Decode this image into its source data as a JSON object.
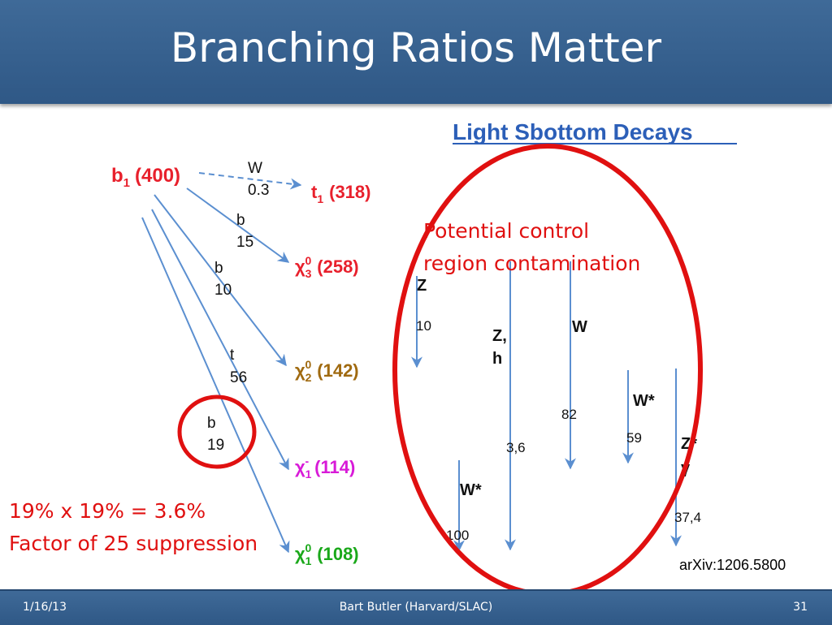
{
  "slide": {
    "title": "Branching Ratios Matter",
    "footer_date": "1/16/13",
    "footer_author": "Bart Butler (Harvard/SLAC)",
    "footer_page": "31"
  },
  "diagram": {
    "heading": "Light  Sbottom  Decays",
    "parent": {
      "base": "b",
      "sub": "1",
      "mass": "(400)"
    },
    "states": [
      {
        "id": "t1",
        "base": "t",
        "sub": "1",
        "sup": "",
        "mass": "(318)",
        "color": "#e8202c"
      },
      {
        "id": "chi30",
        "base": "χ",
        "sub": "3",
        "sup": "0",
        "mass": "(258)",
        "color": "#e8202c"
      },
      {
        "id": "chi20",
        "base": "χ",
        "sub": "2",
        "sup": "0",
        "mass": "(142)",
        "color": "#a06a10"
      },
      {
        "id": "chi1m",
        "base": "χ",
        "sub": "1",
        "sup": "-",
        "mass": "(114)",
        "color": "#d81ad8"
      },
      {
        "id": "chi10",
        "base": "χ",
        "sub": "1",
        "sup": "0",
        "mass": "(108)",
        "color": "#1aa81a"
      }
    ],
    "sbottom_decays": [
      {
        "particle": "W",
        "br": "0.3",
        "to": "t1"
      },
      {
        "particle": "b",
        "br": "15",
        "to": "chi30"
      },
      {
        "particle": "b",
        "br": "10",
        "to": "chi20"
      },
      {
        "particle": "t",
        "br": "56",
        "to": "chi1m"
      },
      {
        "particle": "b",
        "br": "19",
        "to": "chi10"
      }
    ],
    "cascade_labels": [
      {
        "particle": "Z",
        "br": "10"
      },
      {
        "particle": "Z,\nh",
        "br": "3,6"
      },
      {
        "particle": "W",
        "br": "82"
      },
      {
        "particle": "W*",
        "br": "59"
      },
      {
        "particle": "Z*\nγ",
        "br": "37,4"
      },
      {
        "particle": "W*",
        "br": "100"
      }
    ],
    "arrow_color": "#5b8fd0",
    "highlight_color": "#e01010"
  },
  "annotations": {
    "control_region_line1": "Potential control",
    "control_region_line2": "region contamination",
    "calc_line1": "19% x 19% = 3.6%",
    "calc_line2": "Factor of 25 suppression",
    "reference": "arXiv:1206.5800"
  }
}
